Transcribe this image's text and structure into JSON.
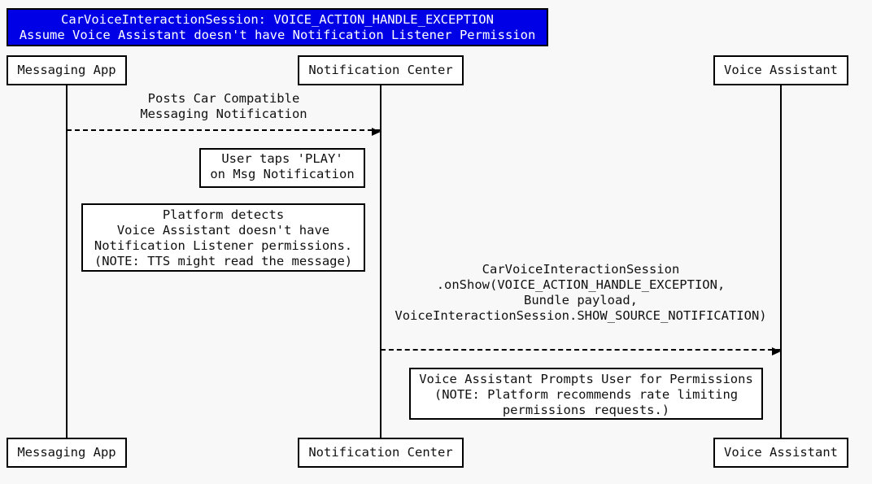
{
  "title": {
    "line1": "CarVoiceInteractionSession: VOICE_ACTION_HANDLE_EXCEPTION",
    "line2": "Assume Voice Assistant doesn't have Notification Listener Permission"
  },
  "participants": {
    "messaging_app": "Messaging App",
    "notification_center": "Notification Center",
    "voice_assistant": "Voice Assistant"
  },
  "messages": [
    {
      "from": "Messaging App",
      "to": "Notification Center",
      "style": "dashed-arrow",
      "lines": [
        "Posts Car Compatible",
        "Messaging Notification"
      ]
    },
    {
      "from": "Notification Center",
      "to": "Voice Assistant",
      "style": "dashed-arrow",
      "lines": [
        "CarVoiceInteractionSession",
        ".onShow(VOICE_ACTION_HANDLE_EXCEPTION,",
        "Bundle payload,",
        "VoiceInteractionSession.SHOW_SOURCE_NOTIFICATION)"
      ]
    }
  ],
  "notes": [
    {
      "anchor": "Notification Center",
      "lines": [
        "User taps 'PLAY'",
        "on Msg Notification"
      ]
    },
    {
      "anchor": "Notification Center",
      "lines": [
        "Platform detects",
        "Voice Assistant doesn't have",
        "Notification Listener permissions.",
        "(NOTE: TTS might read the message)"
      ]
    },
    {
      "anchor": "Voice Assistant",
      "lines": [
        "Voice Assistant Prompts User for Permissions",
        "(NOTE: Platform recommends rate limiting",
        "permissions requests.)"
      ]
    }
  ],
  "colors": {
    "background": "#f8f8f8",
    "line": "#000000",
    "box_fill": "#ffffff",
    "title_bg": "#0000e6",
    "title_text": "#ffffff"
  }
}
